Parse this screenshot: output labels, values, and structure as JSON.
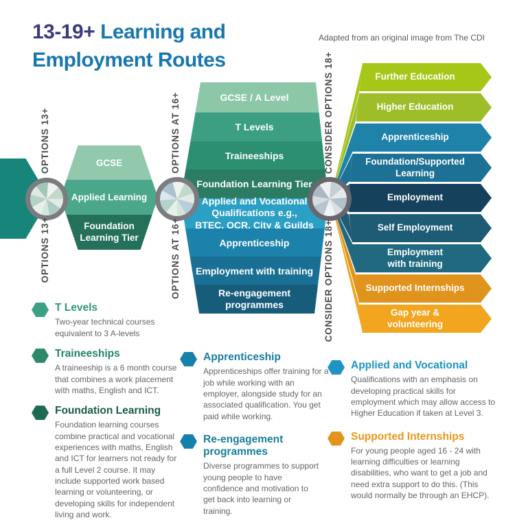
{
  "header": {
    "title_accent": "13-19+",
    "title_rest": " Learning and Employment Routes",
    "attribution": "Adapted from an original image from The CDI"
  },
  "stage1": {
    "label": "OPTIONS 13+",
    "items": [
      {
        "label": "GCSE",
        "color": "#92c9ac"
      },
      {
        "label": "Applied Learning",
        "color": "#4aa78a"
      },
      {
        "label": "Foundation\nLearning Tier",
        "color": "#24705a"
      }
    ]
  },
  "stage2": {
    "label": "OPTIONS AT 16+",
    "items": [
      {
        "label": "GCSE / A Level",
        "color": "#8cc7a8"
      },
      {
        "label": "T Levels",
        "color": "#3c9f83"
      },
      {
        "label": "Traineeships",
        "color": "#2c8f72"
      },
      {
        "label": "Foundation Learning Tier",
        "color": "#2b7c63"
      },
      {
        "label": "Applied and Vocational\nQualifications e.g.,\nBTEC, OCR, City & Guilds",
        "color": "#2b9fc4"
      },
      {
        "label": "Apprenticeship",
        "color": "#1c82ab"
      },
      {
        "label": "Employment with training",
        "color": "#1a7094"
      },
      {
        "label": "Re-engagement\nprogrammes",
        "color": "#175d7b"
      }
    ]
  },
  "stage3": {
    "label": "CONSIDER OPTIONS 18+",
    "items": [
      {
        "label": "Further Education",
        "color": "#a6c717"
      },
      {
        "label": "Higher Education",
        "color": "#9dbe29"
      },
      {
        "label": "Apprenticeship",
        "color": "#1e82a9"
      },
      {
        "label": "Foundation/Supported\nLearning",
        "color": "#1c7195"
      },
      {
        "label": "Employment",
        "color": "#15415d"
      },
      {
        "label": "Self Employment",
        "color": "#1e5b74"
      },
      {
        "label": "Employment\nwith training",
        "color": "#216981"
      },
      {
        "label": "Supported Internships",
        "color": "#e0941e"
      },
      {
        "label": "Gap year & volunteering",
        "color": "#f2a51e"
      }
    ]
  },
  "legend": {
    "t_levels": {
      "title": "T Levels",
      "body": "Two-year technical courses equivalent to 3 A-levels",
      "color": "#3aa184"
    },
    "traineeships": {
      "title": "Traineeships",
      "body": "A traineeship is a 6 month course that combines a work placement with maths, English and ICT.",
      "color": "#2e8a6c"
    },
    "foundation_learning": {
      "title": "Foundation Learning",
      "body": "Foundation learning courses combine practical and vocational experiences with maths, English and ICT for learners not ready for a full Level 2 course. It may include supported work based learning or volunteering, or developing skills for independent living and work.",
      "color": "#1e6b54"
    },
    "apprenticeship": {
      "title": "Apprenticeship",
      "body": "Apprenticeships offer training for a job while working with an employer, alongside study for an associated qualification. You get paid while working.",
      "color": "#1580aa"
    },
    "re_engagement": {
      "title": "Re-engagement programmes",
      "body": "Diverse programmes to support young people to have confidence and motivation to get back into learning or training.",
      "color": "#1580aa"
    },
    "applied_vocational": {
      "title": "Applied and Vocational",
      "body": "Qualifications with an emphasis on developing practical skills for employment which may allow access to Higher Education if taken at Level 3.",
      "color": "#1e93c4"
    },
    "supported_internships": {
      "title": "Supported Internships",
      "body": "For young people aged 16 - 24 with learning difficulties or learning disabilities, who want to get a job and need extra support to do this. (This would normally be through an EHCP).",
      "color": "#e2941c"
    }
  }
}
